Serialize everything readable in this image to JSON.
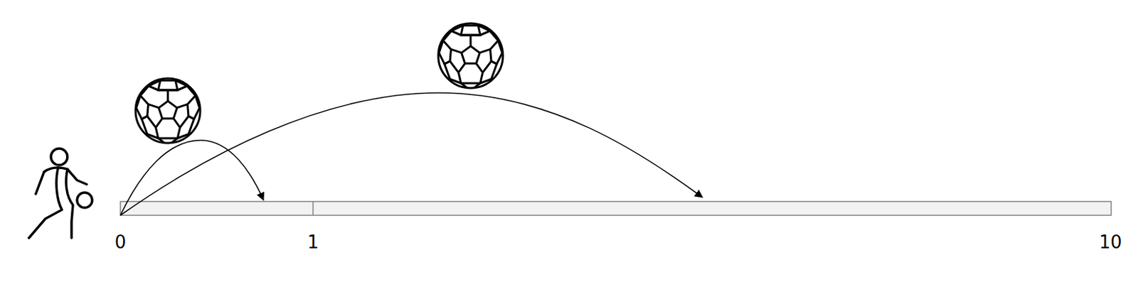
{
  "diagram": {
    "labels": [
      "0",
      "1",
      "10"
    ]
  }
}
